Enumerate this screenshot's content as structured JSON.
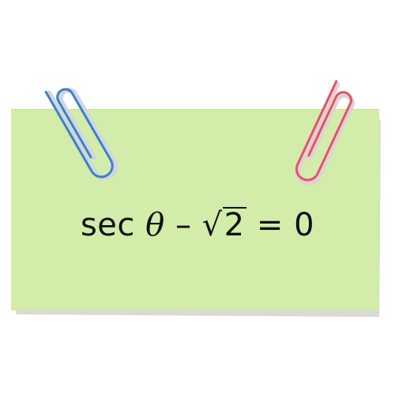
{
  "equation": {
    "func": "sec",
    "variable": "θ",
    "minus": "–",
    "radical": "√",
    "radicand": "2",
    "equals": "=",
    "rhs": "0"
  },
  "colors": {
    "note": "#d2ecaa",
    "shadow": "#d9d9d9",
    "clip_left": "#3f7fc9",
    "clip_right": "#e05565",
    "text": "#111111"
  },
  "icons": {
    "left_clip": "paperclip-icon",
    "right_clip": "paperclip-icon"
  }
}
